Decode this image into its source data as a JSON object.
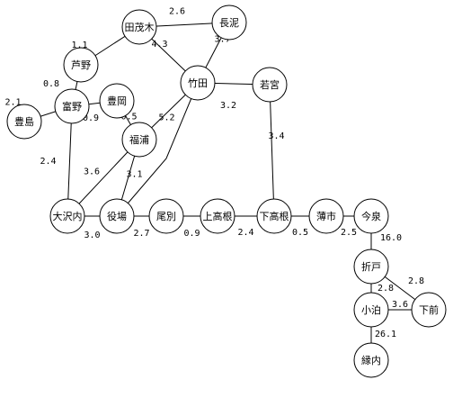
{
  "nodes": [
    {
      "id": "tamoki",
      "name": "田茂木"
    },
    {
      "id": "nagadoro",
      "name": "長泥"
    },
    {
      "id": "ashino",
      "name": "芦野"
    },
    {
      "id": "takeda",
      "name": "竹田"
    },
    {
      "id": "wakamiya",
      "name": "若宮"
    },
    {
      "id": "tomino",
      "name": "富野"
    },
    {
      "id": "tooka",
      "name": "豊岡"
    },
    {
      "id": "toyoshima",
      "name": "豊島"
    },
    {
      "id": "fukuura",
      "name": "福浦"
    },
    {
      "id": "osawauchi",
      "name": "大沢内"
    },
    {
      "id": "yakuba",
      "name": "役場"
    },
    {
      "id": "obetsu",
      "name": "尾別"
    },
    {
      "id": "kamitakane",
      "name": "上高根"
    },
    {
      "id": "shimotakane",
      "name": "下高根"
    },
    {
      "id": "tsuchi",
      "name": "薄市"
    },
    {
      "id": "imaizumi",
      "name": "今泉"
    },
    {
      "id": "orito",
      "name": "折戸"
    },
    {
      "id": "kodomari",
      "name": "小泊"
    },
    {
      "id": "shitamae",
      "name": "下前"
    },
    {
      "id": "itsuuchi",
      "name": "縁内"
    }
  ],
  "edges": [
    {
      "from": "tamoki",
      "to": "nagadoro",
      "label": "2.6"
    },
    {
      "from": "ashino",
      "to": "tamoki",
      "label": "1.1"
    },
    {
      "from": "tamoki",
      "to": "takeda",
      "label": "4.3"
    },
    {
      "from": "nagadoro",
      "to": "takeda",
      "label": "3.7"
    },
    {
      "from": "takeda",
      "to": "wakamiya",
      "label": "3.2"
    },
    {
      "from": "ashino",
      "to": "tomino",
      "label": "0.8"
    },
    {
      "from": "toyoshima",
      "to": "tomino",
      "label": "2.1"
    },
    {
      "from": "tomino",
      "to": "tooka",
      "label": "0.9"
    },
    {
      "from": "tooka",
      "to": "fukuura",
      "label": "0.5"
    },
    {
      "from": "fukuura",
      "to": "takeda",
      "label": "5.2"
    },
    {
      "from": "tomino",
      "to": "osawauchi",
      "label": "2.4"
    },
    {
      "from": "fukuura",
      "to": "osawauchi",
      "label": "3.6"
    },
    {
      "from": "fukuura",
      "to": "yakuba",
      "label": "3.1"
    },
    {
      "from": "takeda",
      "to": "yakuba",
      "label": ""
    },
    {
      "from": "wakamiya",
      "to": "shimotakane",
      "label": "3.4"
    },
    {
      "from": "osawauchi",
      "to": "yakuba",
      "label": "3.0"
    },
    {
      "from": "yakuba",
      "to": "obetsu",
      "label": "2.7"
    },
    {
      "from": "obetsu",
      "to": "kamitakane",
      "label": "0.9"
    },
    {
      "from": "kamitakane",
      "to": "shimotakane",
      "label": "2.4"
    },
    {
      "from": "shimotakane",
      "to": "tsuchi",
      "label": "0.5"
    },
    {
      "from": "tsuchi",
      "to": "imaizumi",
      "label": "2.5"
    },
    {
      "from": "imaizumi",
      "to": "orito",
      "label": "16.0"
    },
    {
      "from": "orito",
      "to": "shitamae",
      "label": "2.8"
    },
    {
      "from": "orito",
      "to": "kodomari",
      "label": "2.8"
    },
    {
      "from": "kodomari",
      "to": "shitamae",
      "label": "3.6"
    },
    {
      "from": "kodomari",
      "to": "itsuuchi",
      "label": "26.1"
    }
  ]
}
